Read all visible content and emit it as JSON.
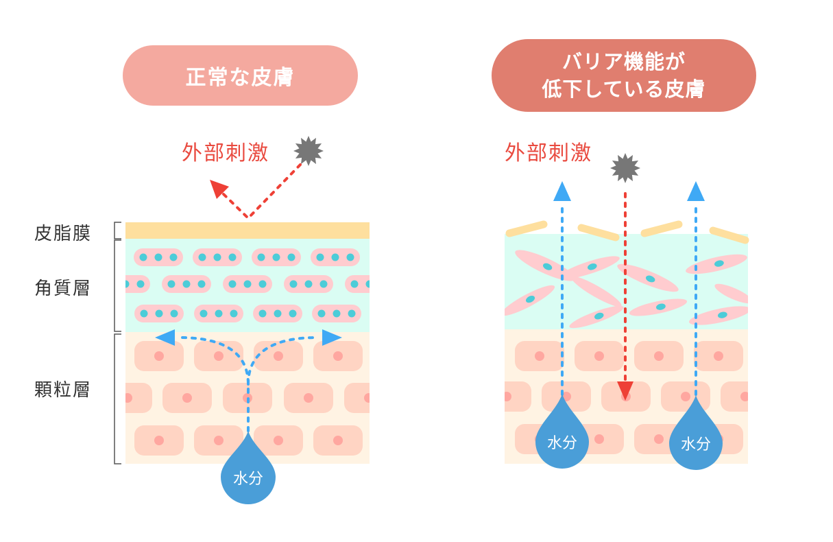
{
  "panels": {
    "normal": {
      "title": "正常な皮膚",
      "stimulus": "外部刺激",
      "water": "水分"
    },
    "damaged": {
      "title_line1": "バリア機能が",
      "title_line2": "低下している皮膚",
      "stimulus": "外部刺激",
      "water": "水分"
    }
  },
  "layers": {
    "sebum": "皮脂膜",
    "horny": "角質層",
    "granular": "顆粒層"
  },
  "colors": {
    "sebum": "#FEDF9E",
    "horny_bg": "#DAFDF3",
    "horny_cell": "#FFCCCF",
    "horny_nucleus": "#4CCCD8",
    "granular_bg": "#FFF3E3",
    "granular_cell": "#FFD4C3",
    "granular_nucleus": "#FFA7A0",
    "water_arrow": "#3FA9F5",
    "stimulus_arrow": "#EE4036",
    "drop": "#4A9ED8",
    "star": "#777777"
  }
}
